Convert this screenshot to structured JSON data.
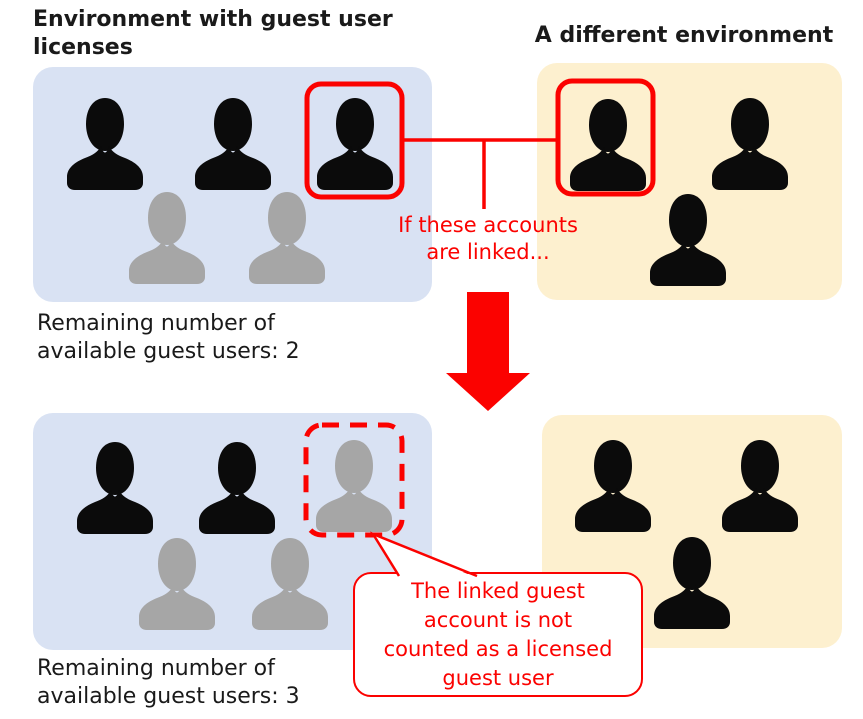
{
  "colors": {
    "panel-blue": "#d9e2f3",
    "panel-cream": "#fdf0cf",
    "accent-red": "#fb0200",
    "icon-black": "#0b0b0b",
    "icon-gray": "#a6a6a6",
    "text-dark": "#1a1a1a"
  },
  "titles": {
    "left": "Environment with guest user licenses",
    "right": "A different environment"
  },
  "top_section": {
    "link_note_line1": "If these accounts",
    "link_note_line2": "are linked...",
    "caption_line1": "Remaining number of",
    "caption_line2": "available guest users: 2"
  },
  "bottom_section": {
    "caption_line1": "Remaining number of",
    "caption_line2": "available guest users: 3",
    "bubble_line1": "The linked guest",
    "bubble_line2": "account is not",
    "bubble_line3": "counted as a licensed",
    "bubble_line4": "guest user"
  }
}
